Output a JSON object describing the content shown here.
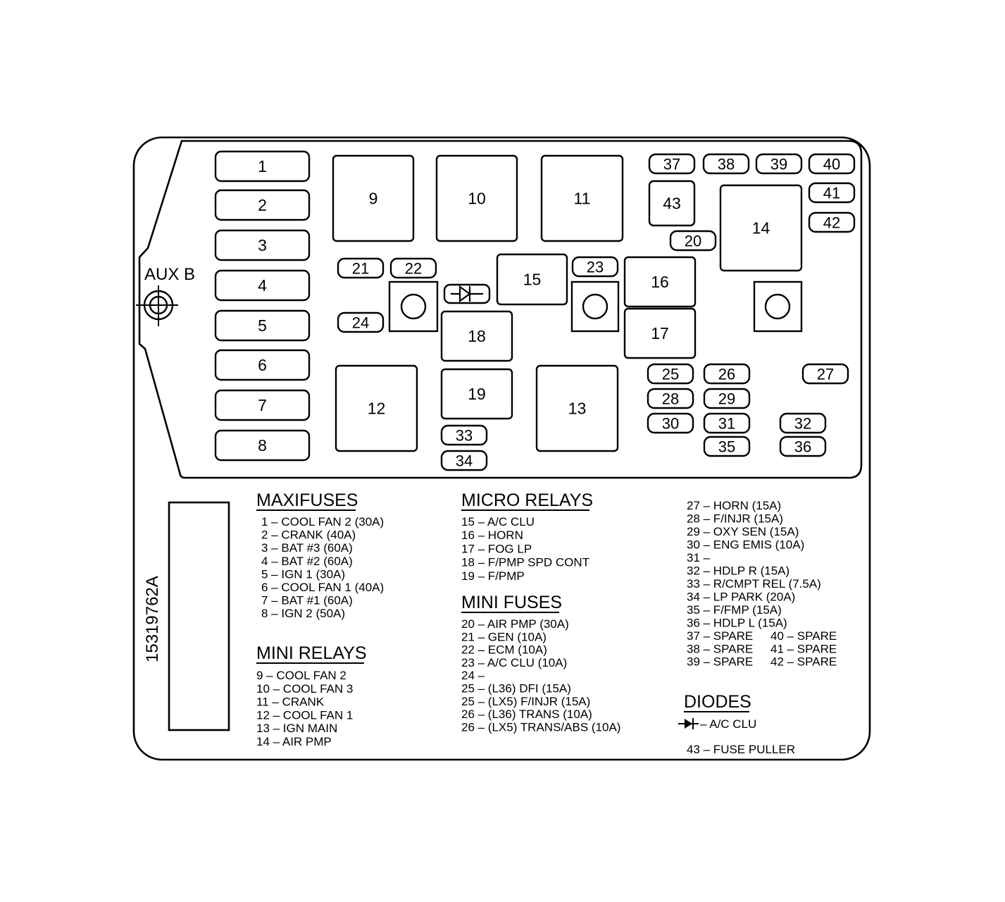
{
  "aux_label": "AUX B",
  "part_number": "15319762A",
  "fuse_positions": [
    "1",
    "2",
    "3",
    "4",
    "5",
    "6",
    "7",
    "8",
    "9",
    "10",
    "11",
    "12",
    "13",
    "14",
    "15",
    "16",
    "17",
    "18",
    "19",
    "20",
    "21",
    "22",
    "23",
    "24",
    "25",
    "26",
    "27",
    "28",
    "29",
    "30",
    "31",
    "32",
    "33",
    "34",
    "35",
    "36",
    "37",
    "38",
    "39",
    "40",
    "41",
    "42",
    "43"
  ],
  "legend": {
    "maxifuses": {
      "title": "MAXIFUSES",
      "items": [
        "1 – COOL FAN 2 (30A)",
        "2 – CRANK (40A)",
        "3 – BAT #3 (60A)",
        "4 – BAT #2 (60A)",
        "5 – IGN 1 (30A)",
        "6 – COOL FAN 1 (40A)",
        "7 – BAT #1 (60A)",
        "8 – IGN 2 (50A)"
      ]
    },
    "mini_relays": {
      "title": "MINI RELAYS",
      "items": [
        "9 – COOL FAN 2",
        "10 – COOL FAN 3",
        "11 – CRANK",
        "12 – COOL FAN 1",
        "13 – IGN MAIN",
        "14 – AIR PMP"
      ]
    },
    "micro_relays": {
      "title": "MICRO RELAYS",
      "items": [
        "15 – A/C CLU",
        "16 – HORN",
        "17 – FOG LP",
        "18 – F/PMP SPD CONT",
        "19 – F/PMP"
      ]
    },
    "mini_fuses": {
      "title": "MINI FUSES",
      "items": [
        "20 – AIR PMP (30A)",
        "21 – GEN (10A)",
        "22 – ECM (10A)",
        "23 – A/C CLU (10A)",
        "24 –",
        "25 – (L36) DFI (15A)",
        "25 – (LX5) F/INJR (15A)",
        "26 – (L36) TRANS (10A)",
        "26 – (LX5) TRANS/ABS (10A)"
      ]
    },
    "mini_fuses_cont": {
      "items": [
        "27 – HORN (15A)",
        "28 – F/INJR (15A)",
        "29 – OXY SEN (15A)",
        "30 – ENG EMIS (10A)",
        "31 –",
        "32 – HDLP R (15A)",
        "33 – R/CMPT REL (7.5A)",
        "34 – LP PARK (20A)",
        "35 – F/FMP (15A)",
        "36 – HDLP L (15A)"
      ],
      "spares_left": [
        "37 – SPARE",
        "38 – SPARE",
        "39 – SPARE"
      ],
      "spares_right": [
        "40 – SPARE",
        "41 – SPARE",
        "42 – SPARE"
      ]
    },
    "diodes": {
      "title": "DIODES",
      "items": [
        "– A/C CLU"
      ]
    },
    "fuse_puller": "43 – FUSE PULLER"
  }
}
